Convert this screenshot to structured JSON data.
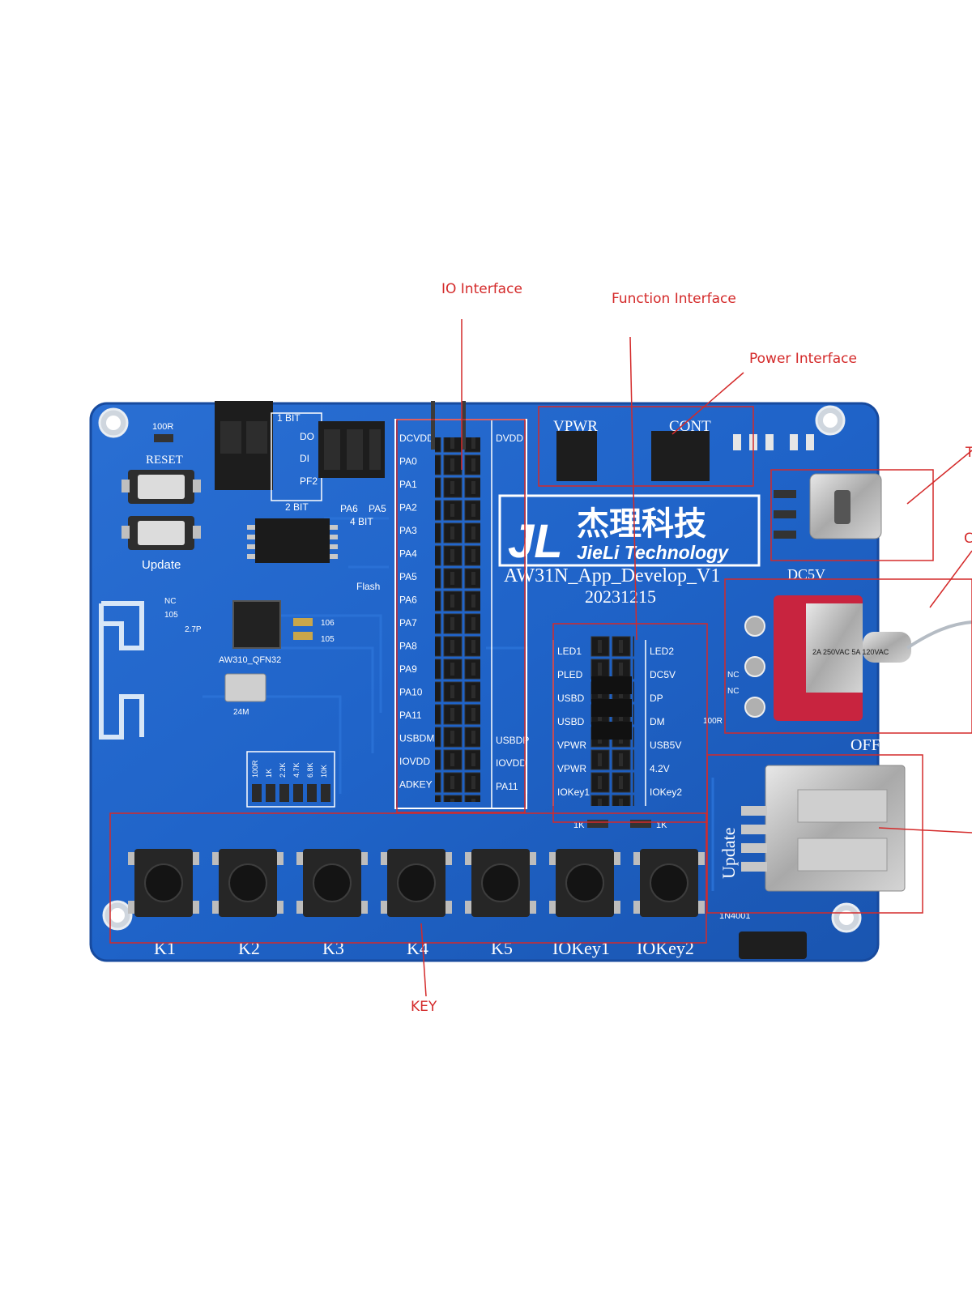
{
  "annotations": {
    "io_interface": "IO Interface",
    "function_interface": "Function Interface",
    "power_interface": "Power Interface",
    "key": "KEY",
    "right_cut_1": "T",
    "right_cut_2": "C"
  },
  "board": {
    "brand_cn": "杰理科技",
    "brand_en": "JieLi Technology",
    "model": "AW31N_App_Develop_V1",
    "date": "20231215",
    "reset": "RESET",
    "update": "Update",
    "update_vertical": "Update",
    "flash": "Flash",
    "chip": "AW310_QFN32",
    "crystal": "24M",
    "off": "OFF",
    "dc5v": "DC5V",
    "vpwr_hdr": "VPWR",
    "cont_hdr": "CONT",
    "diode": "1N4001",
    "switch_marking": "2A 250VAC 5A 120VAC",
    "bit_labels": {
      "one_bit": "1 BIT",
      "two_bit": "2 BIT",
      "four_bit": "4 BIT",
      "do": "DO",
      "di": "DI",
      "pf2": "PF2",
      "pa6": "PA6",
      "pa5": "PA5"
    },
    "io_left_labels": [
      "DCVDD",
      "PA0",
      "PA1",
      "PA2",
      "PA3",
      "PA4",
      "PA5",
      "PA6",
      "PA7",
      "PA8",
      "PA9",
      "PA10",
      "PA11",
      "USBDM",
      "IOVDD",
      "ADKEY"
    ],
    "io_right_labels": [
      "DVDD",
      "USBDP",
      "IOVDD",
      "PA11"
    ],
    "func_left_labels": [
      "LED1",
      "PLED",
      "USBD",
      "USBD",
      "VPWR",
      "VPWR",
      "IOKey1"
    ],
    "func_right_labels": [
      "LED2",
      "DC5V",
      "DP",
      "DM",
      "USB5V",
      "4.2V",
      "IOKey2"
    ],
    "resistors": [
      "100R",
      "1K",
      "2.2K",
      "4.7K",
      "6.8K",
      "10K"
    ],
    "keys": [
      "K1",
      "K2",
      "K3",
      "K4",
      "K5",
      "IOKey1",
      "IOKey2"
    ],
    "small": {
      "r100": "100R",
      "nc": "NC",
      "c105": "105",
      "c106": "106",
      "p27": "2.7P",
      "k1a": "1K",
      "k1b": "1K",
      "r100b": "100R"
    }
  },
  "colors": {
    "annotation": "#d42a2a",
    "pcb": "#1f63c8",
    "pcb_dark": "#184fa8",
    "switch": "#c8243f"
  }
}
